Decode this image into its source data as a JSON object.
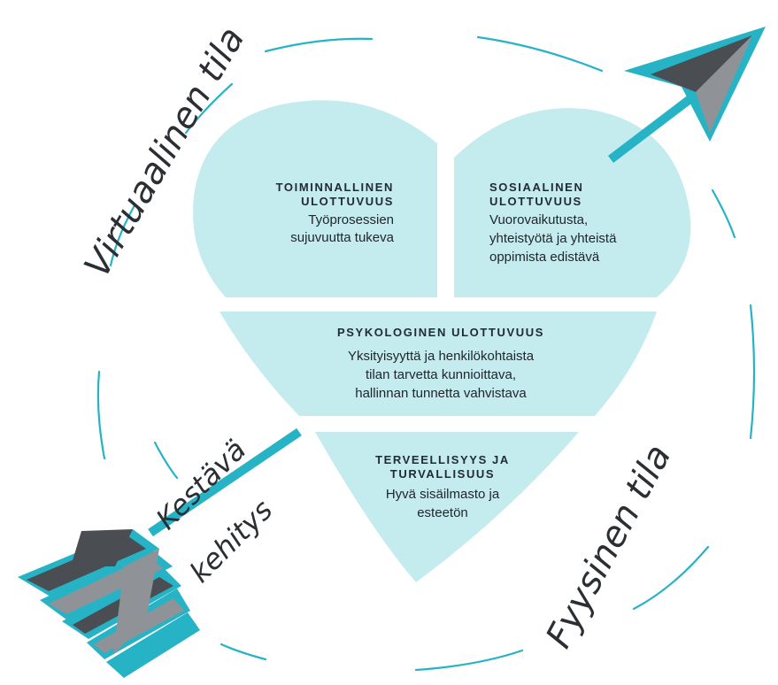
{
  "colors": {
    "heart": "#c4ebee",
    "accent": "#26b3c6",
    "arrow_dark": "#4a4e52",
    "arrow_grey": "#8f9397",
    "text": "#222a33"
  },
  "labels": {
    "virtual": "Virtuaalinen tila",
    "physical": "Fyysinen tila",
    "sustainable_1": "Kestävä",
    "sustainable_2": "kehitys"
  },
  "sections": {
    "functional": {
      "heading": [
        "TOIMINNALLINEN",
        "ULOTTUVUUS"
      ],
      "body": [
        "Työprosessien",
        "sujuvuutta tukeva"
      ]
    },
    "social": {
      "heading": [
        "SOSIAALINEN",
        "ULOTTUVUUS"
      ],
      "body": [
        "Vuorovaikutusta,",
        "yhteistyötä ja yhteistä",
        "oppimista edistävä"
      ]
    },
    "psychological": {
      "heading": [
        "PSYKOLOGINEN ULOTTUVUUS"
      ],
      "body": [
        "Yksityisyyttä ja henkilökohtaista",
        "tilan tarvetta kunnioittava,",
        "hallinnan tunnetta vahvistava"
      ]
    },
    "health": {
      "heading": [
        "TERVEELLISYYS JA",
        "TURVALLISUUS"
      ],
      "body": [
        "Hyvä sisäilmasto ja",
        "esteetön"
      ]
    }
  }
}
